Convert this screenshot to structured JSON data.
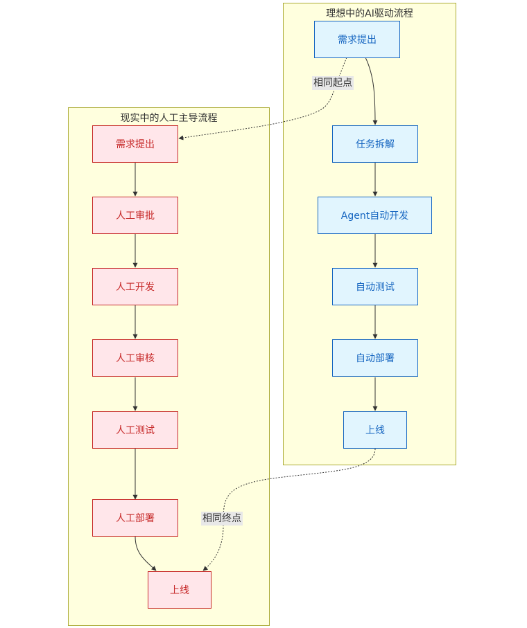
{
  "clusters": {
    "ideal": {
      "title": "理想中的AI驱动流程"
    },
    "reality": {
      "title": "现实中的人工主导流程"
    }
  },
  "ideal_nodes": [
    "需求提出",
    "任务拆解",
    "Agent自动开发",
    "自动测试",
    "自动部署",
    "上线"
  ],
  "reality_nodes": [
    "需求提出",
    "人工审批",
    "人工开发",
    "人工审核",
    "人工测试",
    "人工部署",
    "上线"
  ],
  "edge_labels": {
    "same_start": "相同起点",
    "same_end": "相同终点"
  },
  "colors": {
    "reality_fill": "#ffe6ea",
    "reality_stroke": "#c62828",
    "ideal_fill": "#e1f5fe",
    "ideal_stroke": "#1565c0",
    "cluster_fill": "#ffffde",
    "cluster_stroke": "#aaaa33"
  }
}
